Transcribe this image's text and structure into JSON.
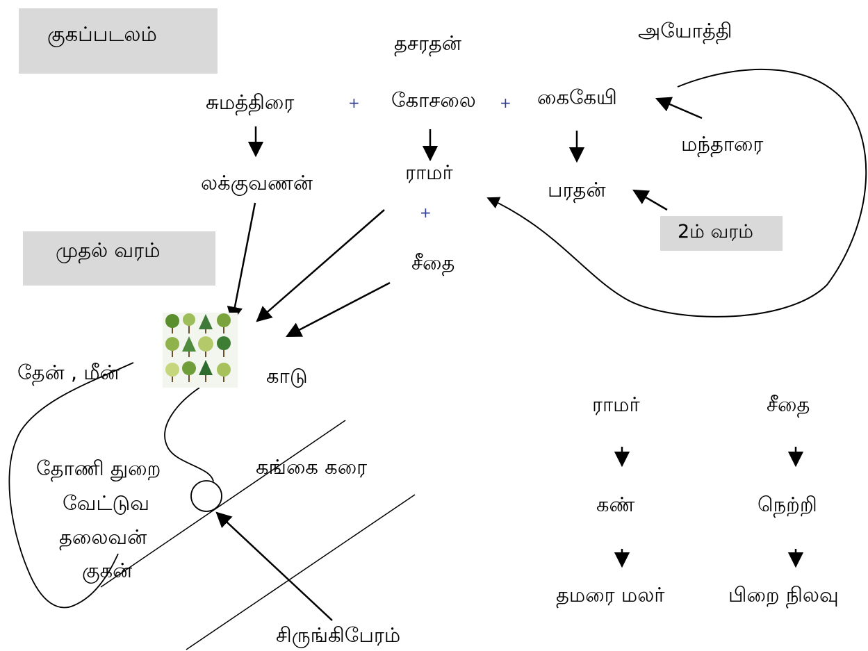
{
  "boxes": {
    "guhappadalam": "குகப்படலம்",
    "mudhal_varam": "முதல் வரம்",
    "irandam_varam": "2ம் வரம்"
  },
  "top": {
    "dasarathan": "தசரதன்",
    "ayodhi": "அயோத்தி"
  },
  "queens": {
    "sumithirai": "சுமத்திரை",
    "kosalai": "கோசலை",
    "kaikeyi": "கைகேயி",
    "plus": "+"
  },
  "others": {
    "mandharai": "மந்தாரை",
    "lakkuvanan": "லக்குவணன்",
    "ramar": "ராமர்",
    "seethai": "சீதை",
    "bharathan": "பரதன்",
    "kaadu": "காடு",
    "then_meen": "தேன் , மீன்"
  },
  "guhan": {
    "line1": "தோணி துறை",
    "line2": "வேட்டுவ",
    "line3": "தலைவன்",
    "line4": "குகன்"
  },
  "river": {
    "gangai_karai": "கங்கை கரை",
    "sirungiberam": "சிருங்கிபேரம்"
  },
  "comparison": {
    "ramar": "ராமர்",
    "seethai": "சீதை",
    "kan": "கண்",
    "netri": "நெற்றி",
    "thamarai_malar": "தமரை மலர்",
    "pirai_nilavu": "பிறை நிலவு"
  },
  "colors": {
    "box_fill": "#d9d9d9",
    "plus_color": "#2f3e8f",
    "line_color": "#000000"
  },
  "icons": {
    "forest": "forest-trees-icon"
  }
}
